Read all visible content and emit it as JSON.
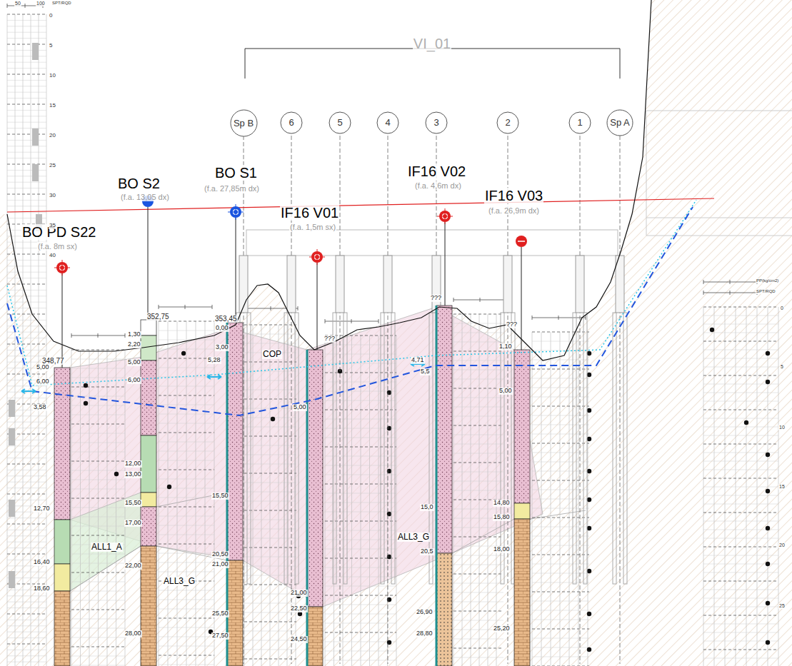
{
  "diagram": {
    "nodes": [
      {
        "text": [
          "Sp B"
        ]
      },
      {
        "text": [
          "6"
        ]
      },
      {
        "text": [
          "5"
        ]
      },
      {
        "text": [
          "4"
        ]
      },
      {
        "text": [
          "3"
        ]
      },
      {
        "text": [
          "2"
        ]
      },
      {
        "text": [
          "1"
        ]
      },
      {
        "text": [
          "Sp A"
        ]
      }
    ],
    "labels": [
      "VI_01",
      "BO PD S22",
      "(f.a. 8m sx)",
      "BO S2",
      "(f.a. 13,05 dx)",
      "BO S1",
      "(f.a. 27,85m dx)",
      "IF16 V01",
      "(f.a. 1,5m sx)",
      "IF16 V02",
      "(f.a. 4,6m dx)",
      "IF16 V03",
      "(f.a. 26,9m dx)",
      "COP",
      "ALL3_G",
      "ALL1_A",
      "ALL3_G",
      "352,75",
      "353,45",
      "348,77",
      "???",
      "???",
      "???",
      "5,00",
      "6,00",
      "3,58",
      "12,70",
      "16,40",
      "18,60",
      "1,30",
      "2,20",
      "5,00",
      "6,00",
      "12,00",
      "13,00",
      "15,50",
      "17,00",
      "22,00",
      "28,00",
      "0,00",
      "3,00",
      "5,28",
      "15,50",
      "20,50",
      "21,00",
      "25,50",
      "27,50",
      "5,00",
      "21,00",
      "22,50",
      "24,50",
      "4,71",
      "5,5",
      "15,0",
      "20,5",
      "26,90",
      "28,80",
      "1,10",
      "5,00",
      "14,80",
      "15,80",
      "18,00",
      "25,20",
      "50",
      "100",
      "SPT/RQD",
      "0",
      "5",
      "10",
      "15",
      "20",
      "25",
      "30",
      "35",
      "40",
      "PP(kg/cm2)",
      "SPT/RQD",
      "0",
      "5",
      "10",
      "15",
      "20",
      "25"
    ]
  }
}
